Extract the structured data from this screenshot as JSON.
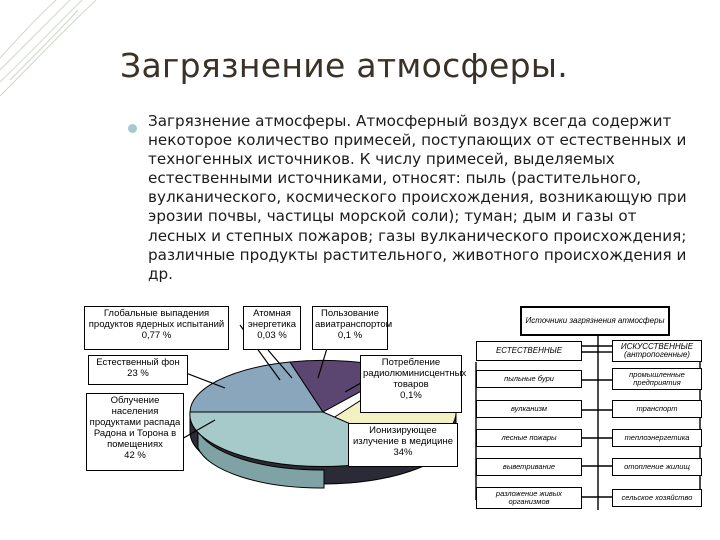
{
  "slide": {
    "title": "Загрязнение атмосферы.",
    "bullet": "Загрязнение атмосферы. Атмосферный воздух всегда содержит некоторое количество примесей, поступающих от естественных и техногенных источников. К числу примесей, выделяемых естественными источниками, относят: пыль (растительного, вулканического, космического происхождения, возникающую при эрозии почвы, частицы морской соли); туман; дым и газы от лесных и степных пожаров; газы вулканического происхождения; различные продукты растительного, животного происхождения и др."
  },
  "pie": {
    "labels": [
      {
        "name": "Глобальные выпадения продуктов ядерных испытаний",
        "value": "0,77 %"
      },
      {
        "name": "Атомная энергетика",
        "value": "0,03 %"
      },
      {
        "name": "Пользование авиатранспортом",
        "value": "0,1 %"
      },
      {
        "name": "Естественный фон",
        "value": "23 %"
      },
      {
        "name": "Потребление радиолюминисцентных товаров",
        "value": "0,1%"
      },
      {
        "name": "Облучение населения продуктами распада Радона и Торона в помещениях",
        "value": "42 %"
      },
      {
        "name": "Ионизирующее излучение в медицине",
        "value": "34%"
      }
    ],
    "colors": {
      "top": "#5a4670",
      "left": "#8aa6bd",
      "right": "#f3f0c4",
      "front": "#a6c9c9",
      "side": "#2e2e3c"
    }
  },
  "flow": {
    "head": "Источники загрязнения атмосферы",
    "natural": "ЕСТЕСТВЕННЫЕ",
    "artificial_1": "ИСКУССТВЕННЫЕ",
    "artificial_2": "(антропогенные)",
    "left_items": [
      "пыльные бури",
      "вулканизм",
      "лесные пожары",
      "выветривание",
      "разложение живых организмов"
    ],
    "right_items": [
      "промышленные предприятия",
      "транспорт",
      "теплоэнергетика",
      "отопление жилищ",
      "сельское хозяйство"
    ]
  }
}
